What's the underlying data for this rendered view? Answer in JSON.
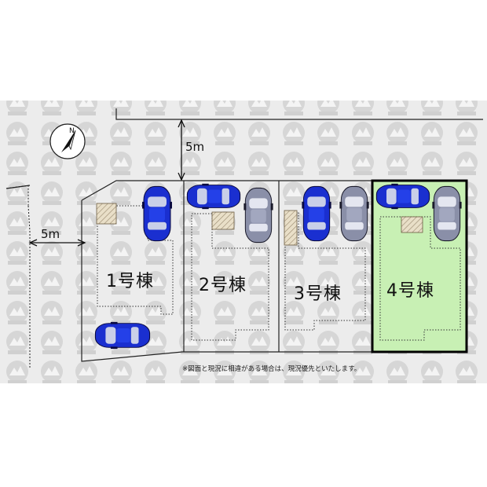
{
  "map": {
    "north_marker": "N",
    "road_top": {
      "width_label": "5m"
    },
    "road_left": {
      "width_label": "5m"
    },
    "lots": [
      {
        "label": "1号棟",
        "highlighted": false
      },
      {
        "label": "2号棟",
        "highlighted": false
      },
      {
        "label": "3号棟",
        "highlighted": false
      },
      {
        "label": "4号棟",
        "highlighted": true
      }
    ],
    "note": "※図面と現況に相違がある場合は、現況優先といたします。",
    "colors": {
      "highlight_fill": "#c8f0b4",
      "highlight_border": "#000000",
      "car_body": "#1a2fd0",
      "car_gray": "#8a8fa8",
      "watermark": "#d8d8d8"
    },
    "icons": {
      "compass": "compass-icon",
      "car": "car-icon",
      "parking_pad": "hatched-pad-icon"
    }
  }
}
